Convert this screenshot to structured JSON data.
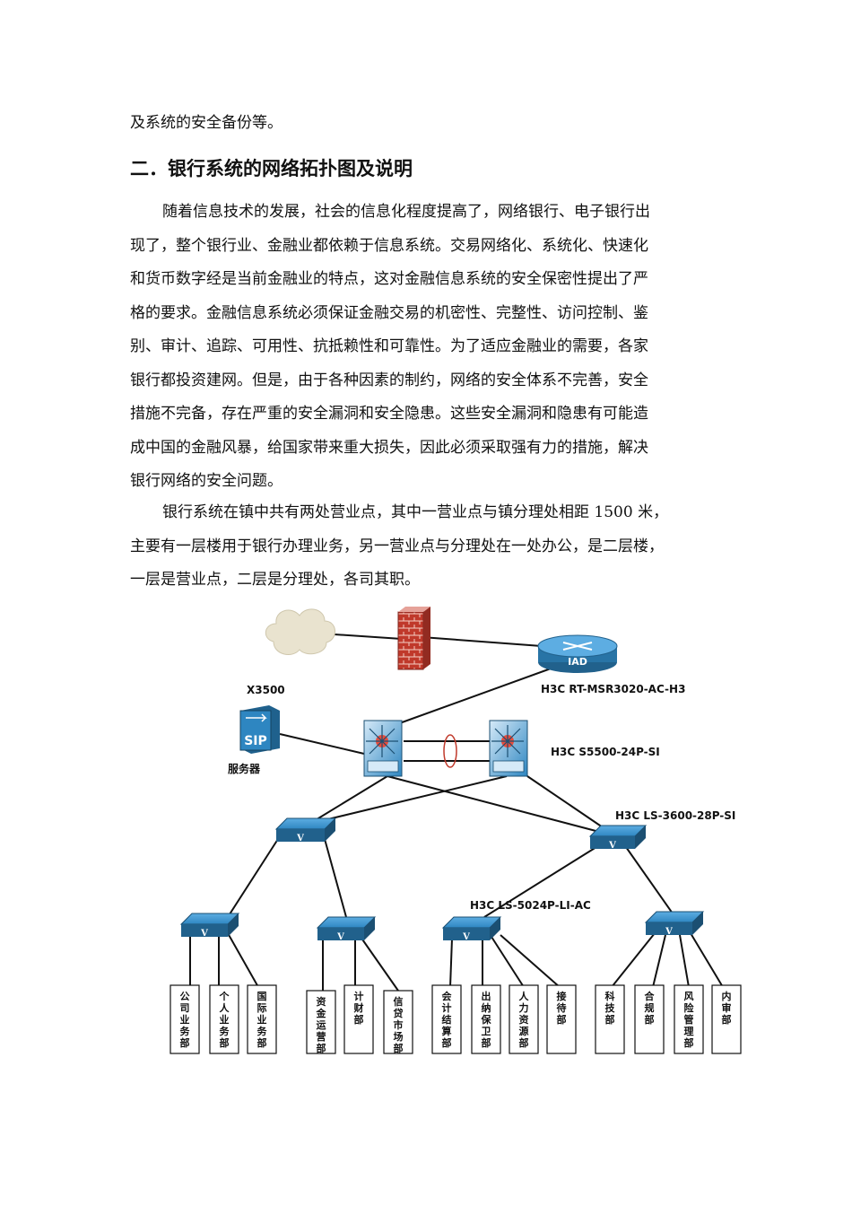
{
  "intro_line": "及系统的安全备份等。",
  "section_heading": "二．银行系统的网络拓扑图及说明",
  "paragraph1_lines": [
    "随着信息技术的发展，社会的信息化程度提高了，网络银行、电子银行出",
    "现了，整个银行业、金融业都依赖于信息系统。交易网络化、系统化、快速化",
    "和货币数字经是当前金融业的特点，这对金融信息系统的安全保密性提出了严",
    "格的要求。金融信息系统必须保证金融交易的机密性、完整性、访问控制、鉴",
    "别、审计、追踪、可用性、抗抵赖性和可靠性。为了适应金融业的需要，各家",
    "银行都投资建网。但是，由于各种因素的制约，网络的安全体系不完善，安全",
    "措施不完备，存在严重的安全漏洞和安全隐患。这些安全漏洞和隐患有可能造",
    "成中国的金融风暴，给国家带来重大损失，因此必须采取强有力的措施，解决",
    "银行网络的安全问题。"
  ],
  "paragraph2_lines": [
    "银行系统在镇中共有两处营业点，其中一营业点与镇分理处相距 1500 米，",
    "主要有一层楼用于银行办理业务，另一营业点与分理处在一处办公，是二层楼，",
    "一层是营业点，二层是分理处，各司其职。"
  ],
  "diagram": {
    "router_icon_text": "IAD",
    "router_label": "H3C RT-MSR3020-AC-H3",
    "server_title": "X3500",
    "server_icon_text": "SIP",
    "server_label": "服务器",
    "core_switch_label": "H3C S5500-24P-SI",
    "dist_switch_label": "H3C LS-3600-28P-SI",
    "access_switch_label": "H3C LS-5024P-LI-AC",
    "departments": [
      "公司业务部",
      "个人业务部",
      "国际业务部",
      "资金运营部",
      "计财部",
      "信贷市场部",
      "会计结算部",
      "出纳保卫部",
      "人力资源部",
      "接待部",
      "科技部",
      "合规部",
      "风险管理部",
      "内审部"
    ],
    "colors": {
      "switch_blue": "#2e86c1",
      "cloud": "#e9e3cf",
      "firewall": "#c0392b",
      "link_ring": "#c0392b"
    }
  }
}
